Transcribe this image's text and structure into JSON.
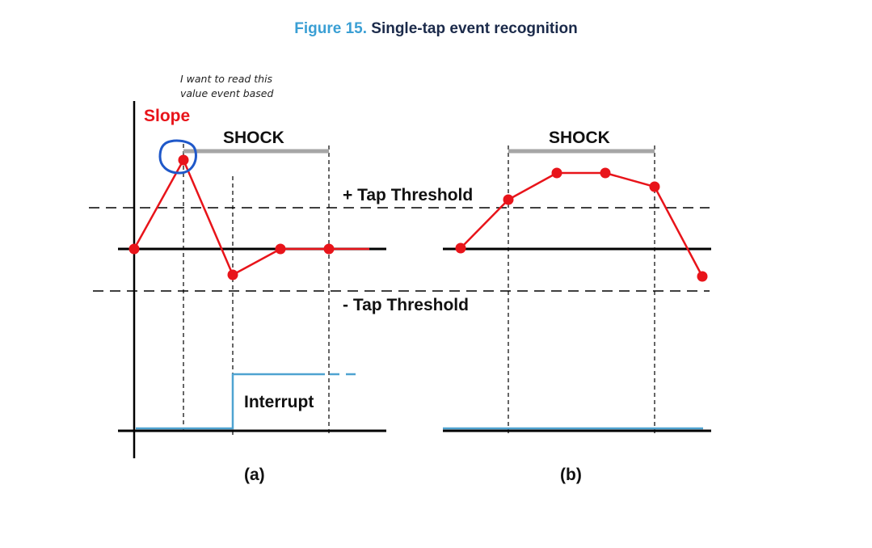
{
  "figure": {
    "number_label": "Figure 15.",
    "title": "Single-tap event recognition"
  },
  "annotation": {
    "line1": "I want to read this",
    "line2": "value event based"
  },
  "colors": {
    "figure_number": "#3a9fd4",
    "figure_title": "#1b2a4a",
    "slope": "#e8141a",
    "shock_bar": "#a6a6a6",
    "interrupt": "#4fa3d1",
    "highlight_circle": "#1f58c9",
    "axis": "#000000"
  },
  "panel_a": {
    "slope_label": "Slope",
    "shock_label": "SHOCK",
    "pos_threshold_label": "+ Tap Threshold",
    "neg_threshold_label": "- Tap Threshold",
    "interrupt_label": "Interrupt",
    "caption": "(a)"
  },
  "panel_b": {
    "shock_label": "SHOCK",
    "caption": "(b)"
  }
}
